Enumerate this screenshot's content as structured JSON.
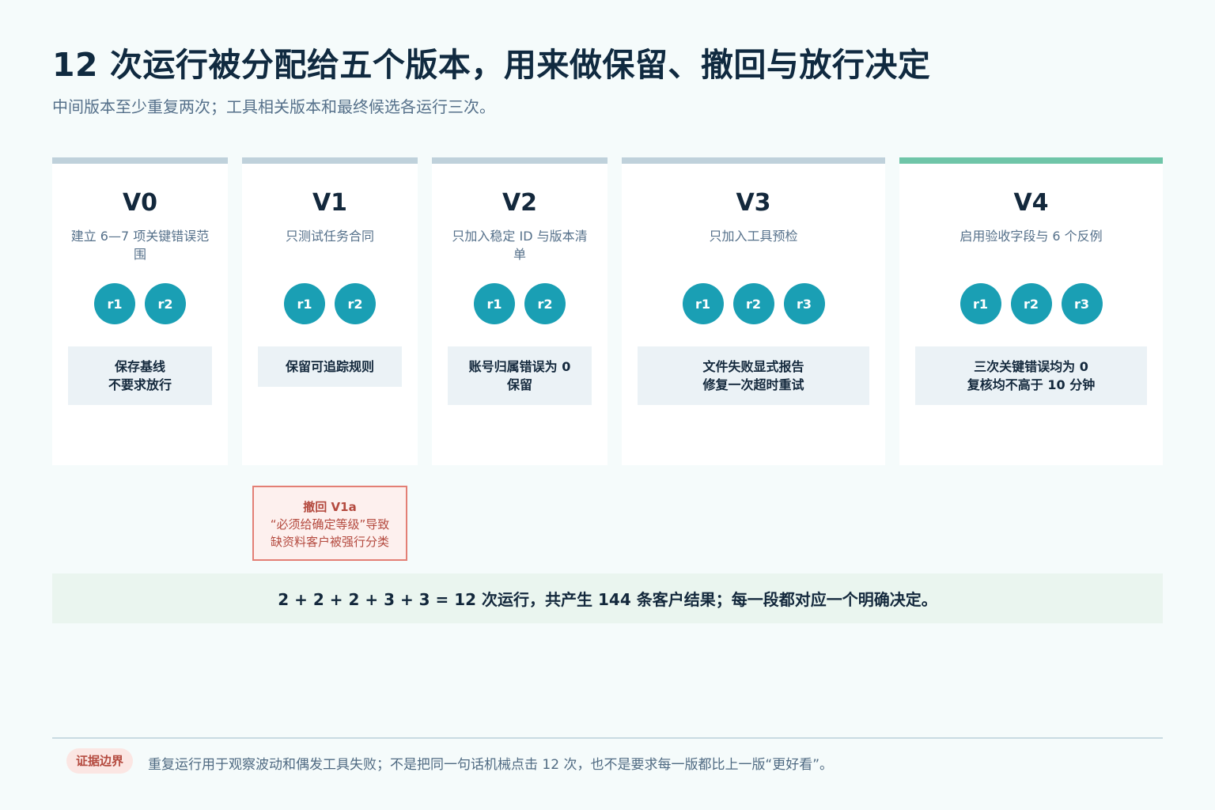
{
  "header": {
    "title": "12 次运行被分配给五个版本，用来做保留、撤回与放行决定",
    "subtitle": "中间版本至少重复两次；工具相关版本和最终候选各运行三次。"
  },
  "versions": [
    {
      "name": "V0",
      "description": "建立 6—7 项关键错误范围",
      "runs": [
        "r1",
        "r2"
      ],
      "decision": [
        "保存基线",
        "不要求放行"
      ]
    },
    {
      "name": "V1",
      "description": "只测试任务合同",
      "runs": [
        "r1",
        "r2"
      ],
      "decision": [
        "保留可追踪规则"
      ]
    },
    {
      "name": "V2",
      "description": "只加入稳定 ID 与版本清单",
      "runs": [
        "r1",
        "r2"
      ],
      "decision": [
        "账号归属错误为 0",
        "保留"
      ]
    },
    {
      "name": "V3",
      "description": "只加入工具预检",
      "runs": [
        "r1",
        "r2",
        "r3"
      ],
      "decision": [
        "文件失败显式报告",
        "修复一次超时重试"
      ]
    },
    {
      "name": "V4",
      "description": "启用验收字段与 6 个反例",
      "runs": [
        "r1",
        "r2",
        "r3"
      ],
      "decision": [
        "三次关键错误均为 0",
        "复核均不高于 10 分钟"
      ]
    }
  ],
  "rollback": {
    "title": "撤回 V1a",
    "line1": "“必须给确定等级”导致",
    "line2": "缺资料客户被强行分类"
  },
  "summary": "2 + 2 + 2 + 3 + 3 = 12 次运行，共产生 144 条客户结果；每一段都对应一个明确决定。",
  "footer": {
    "badge": "证据边界",
    "text": "重复运行用于观察波动和偶发工具失败；不是把同一句话机械点击 12 次，也不是要求每一版都比上一版“更好看”。"
  },
  "colors": {
    "run_circle": "#1a9fb4",
    "final_accent": "#6fc5a8",
    "card_top": "#bfd1db",
    "rollback_border": "#e37f75",
    "summary_bg": "#eaf5ef"
  }
}
